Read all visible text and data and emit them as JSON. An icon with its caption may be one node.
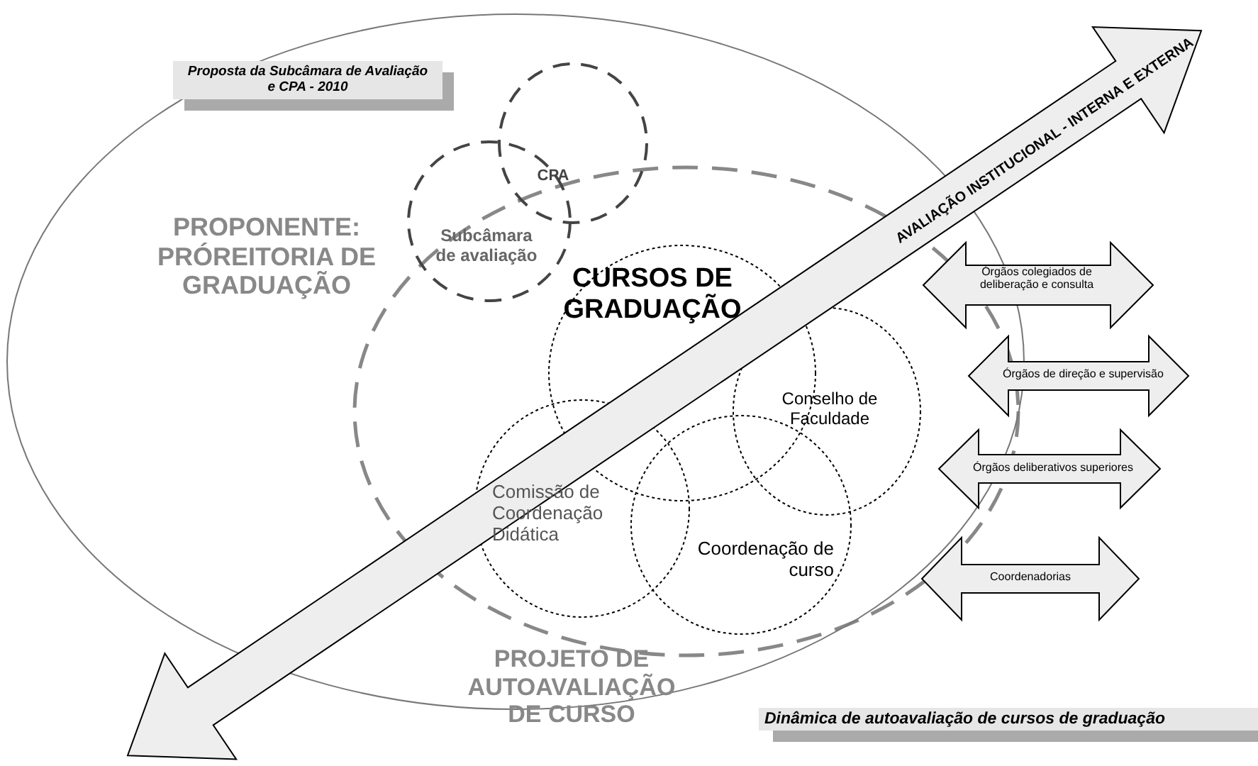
{
  "diagram": {
    "caption": "Dinâmica de autoavaliação de cursos de graduação",
    "nodes": [
      {
        "text": [
          "PROPONENTE: PRÓREITORIA DE GRADUAÇÃO"
        ]
      },
      {
        "text": [
          "PROJETO DE AUTOAVALIAÇÃO DE CURSO"
        ],
        "in": 0
      },
      {
        "text": [
          "CPA"
        ],
        "in": 0
      },
      {
        "text": [
          "Subcâmara de avaliação"
        ],
        "in": 0
      },
      {
        "text": [
          "CURSOS DE GRADUAÇÃO"
        ],
        "in": 1
      },
      {
        "text": [
          "Conselho de Faculdade"
        ],
        "in": 1
      },
      {
        "text": [
          "Comissão de Coordenação Didática"
        ],
        "in": 1
      },
      {
        "text": [
          "Coordenação de curso"
        ],
        "in": 1
      },
      {
        "text": [
          "AVALIAÇÃO INSTITUCIONAL - INTERNA E EXTERNA"
        ]
      },
      {
        "text": [
          "Órgãos colegiados de deliberação e consulta"
        ]
      },
      {
        "text": [
          "Órgãos de direção e supervisão"
        ]
      },
      {
        "text": [
          "Órgãos deliberativos superiores"
        ]
      },
      {
        "text": [
          "Coordenadorias"
        ]
      }
    ],
    "labels": [
      "Proposta da Subcâmara de Avaliação e CPA - 2010"
    ]
  }
}
